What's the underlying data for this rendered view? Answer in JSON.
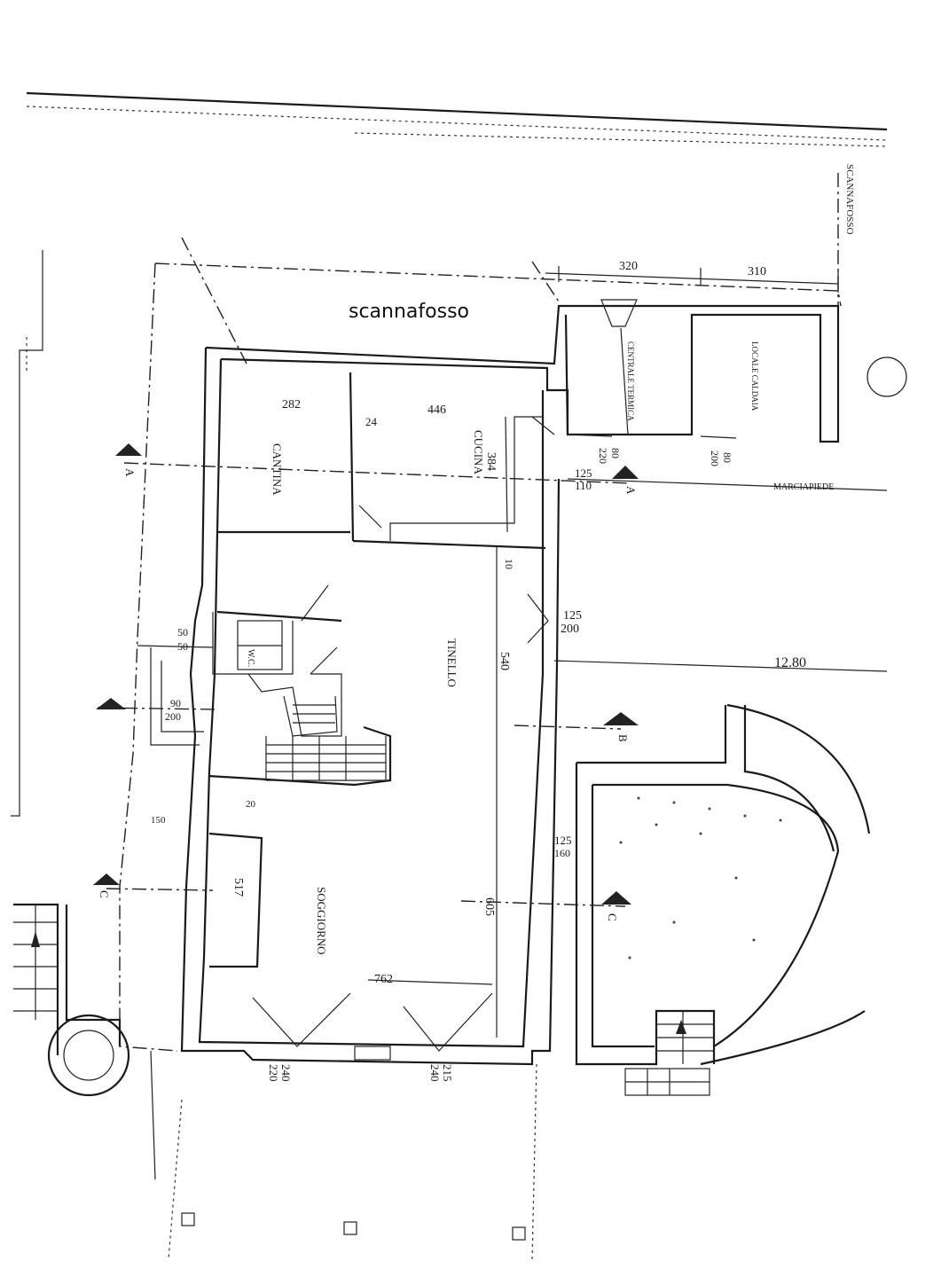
{
  "title": "scannafosso",
  "side_label": "SCANNAFOSSO",
  "rooms": {
    "cantina": "CANTINA",
    "cucina": "CUCINA",
    "tinello": "TINELLO",
    "soggiorno": "SOGGIORNO",
    "centrale_termica": "CENTRALE TERMICA",
    "locale_caldaia": "LOCALE CALDAIA",
    "wc": "W.C.",
    "marciapiede": "MARCIAPIEDE"
  },
  "dimensions": {
    "top_1": "320",
    "top_2": "310",
    "cantina_area": "282",
    "cucina_area": "446",
    "wall_24": "24",
    "cucina_384": "384",
    "tinello_540": "540",
    "tinello_10": "10",
    "soggiorno_605": "605",
    "soggiorno_762": "762",
    "soggiorno_517": "517",
    "opening_125_110": "125",
    "opening_110": "110",
    "opening_125_200": "125",
    "opening_200": "200",
    "opening_125_160": "125",
    "opening_160": "160",
    "door_80_a": "80",
    "door_220_a": "220",
    "door_80_b": "80",
    "door_200_b": "200",
    "side_50_a": "50",
    "side_50_b": "50",
    "side_90": "90",
    "side_200": "200",
    "side_150": "150",
    "side_20": "20",
    "bottom_240": "240",
    "bottom_220": "220",
    "bottom_215": "215",
    "bottom_240b": "240",
    "terrace_1280": "12.80"
  },
  "sections": {
    "a": "A",
    "b": "B",
    "c": "C"
  }
}
